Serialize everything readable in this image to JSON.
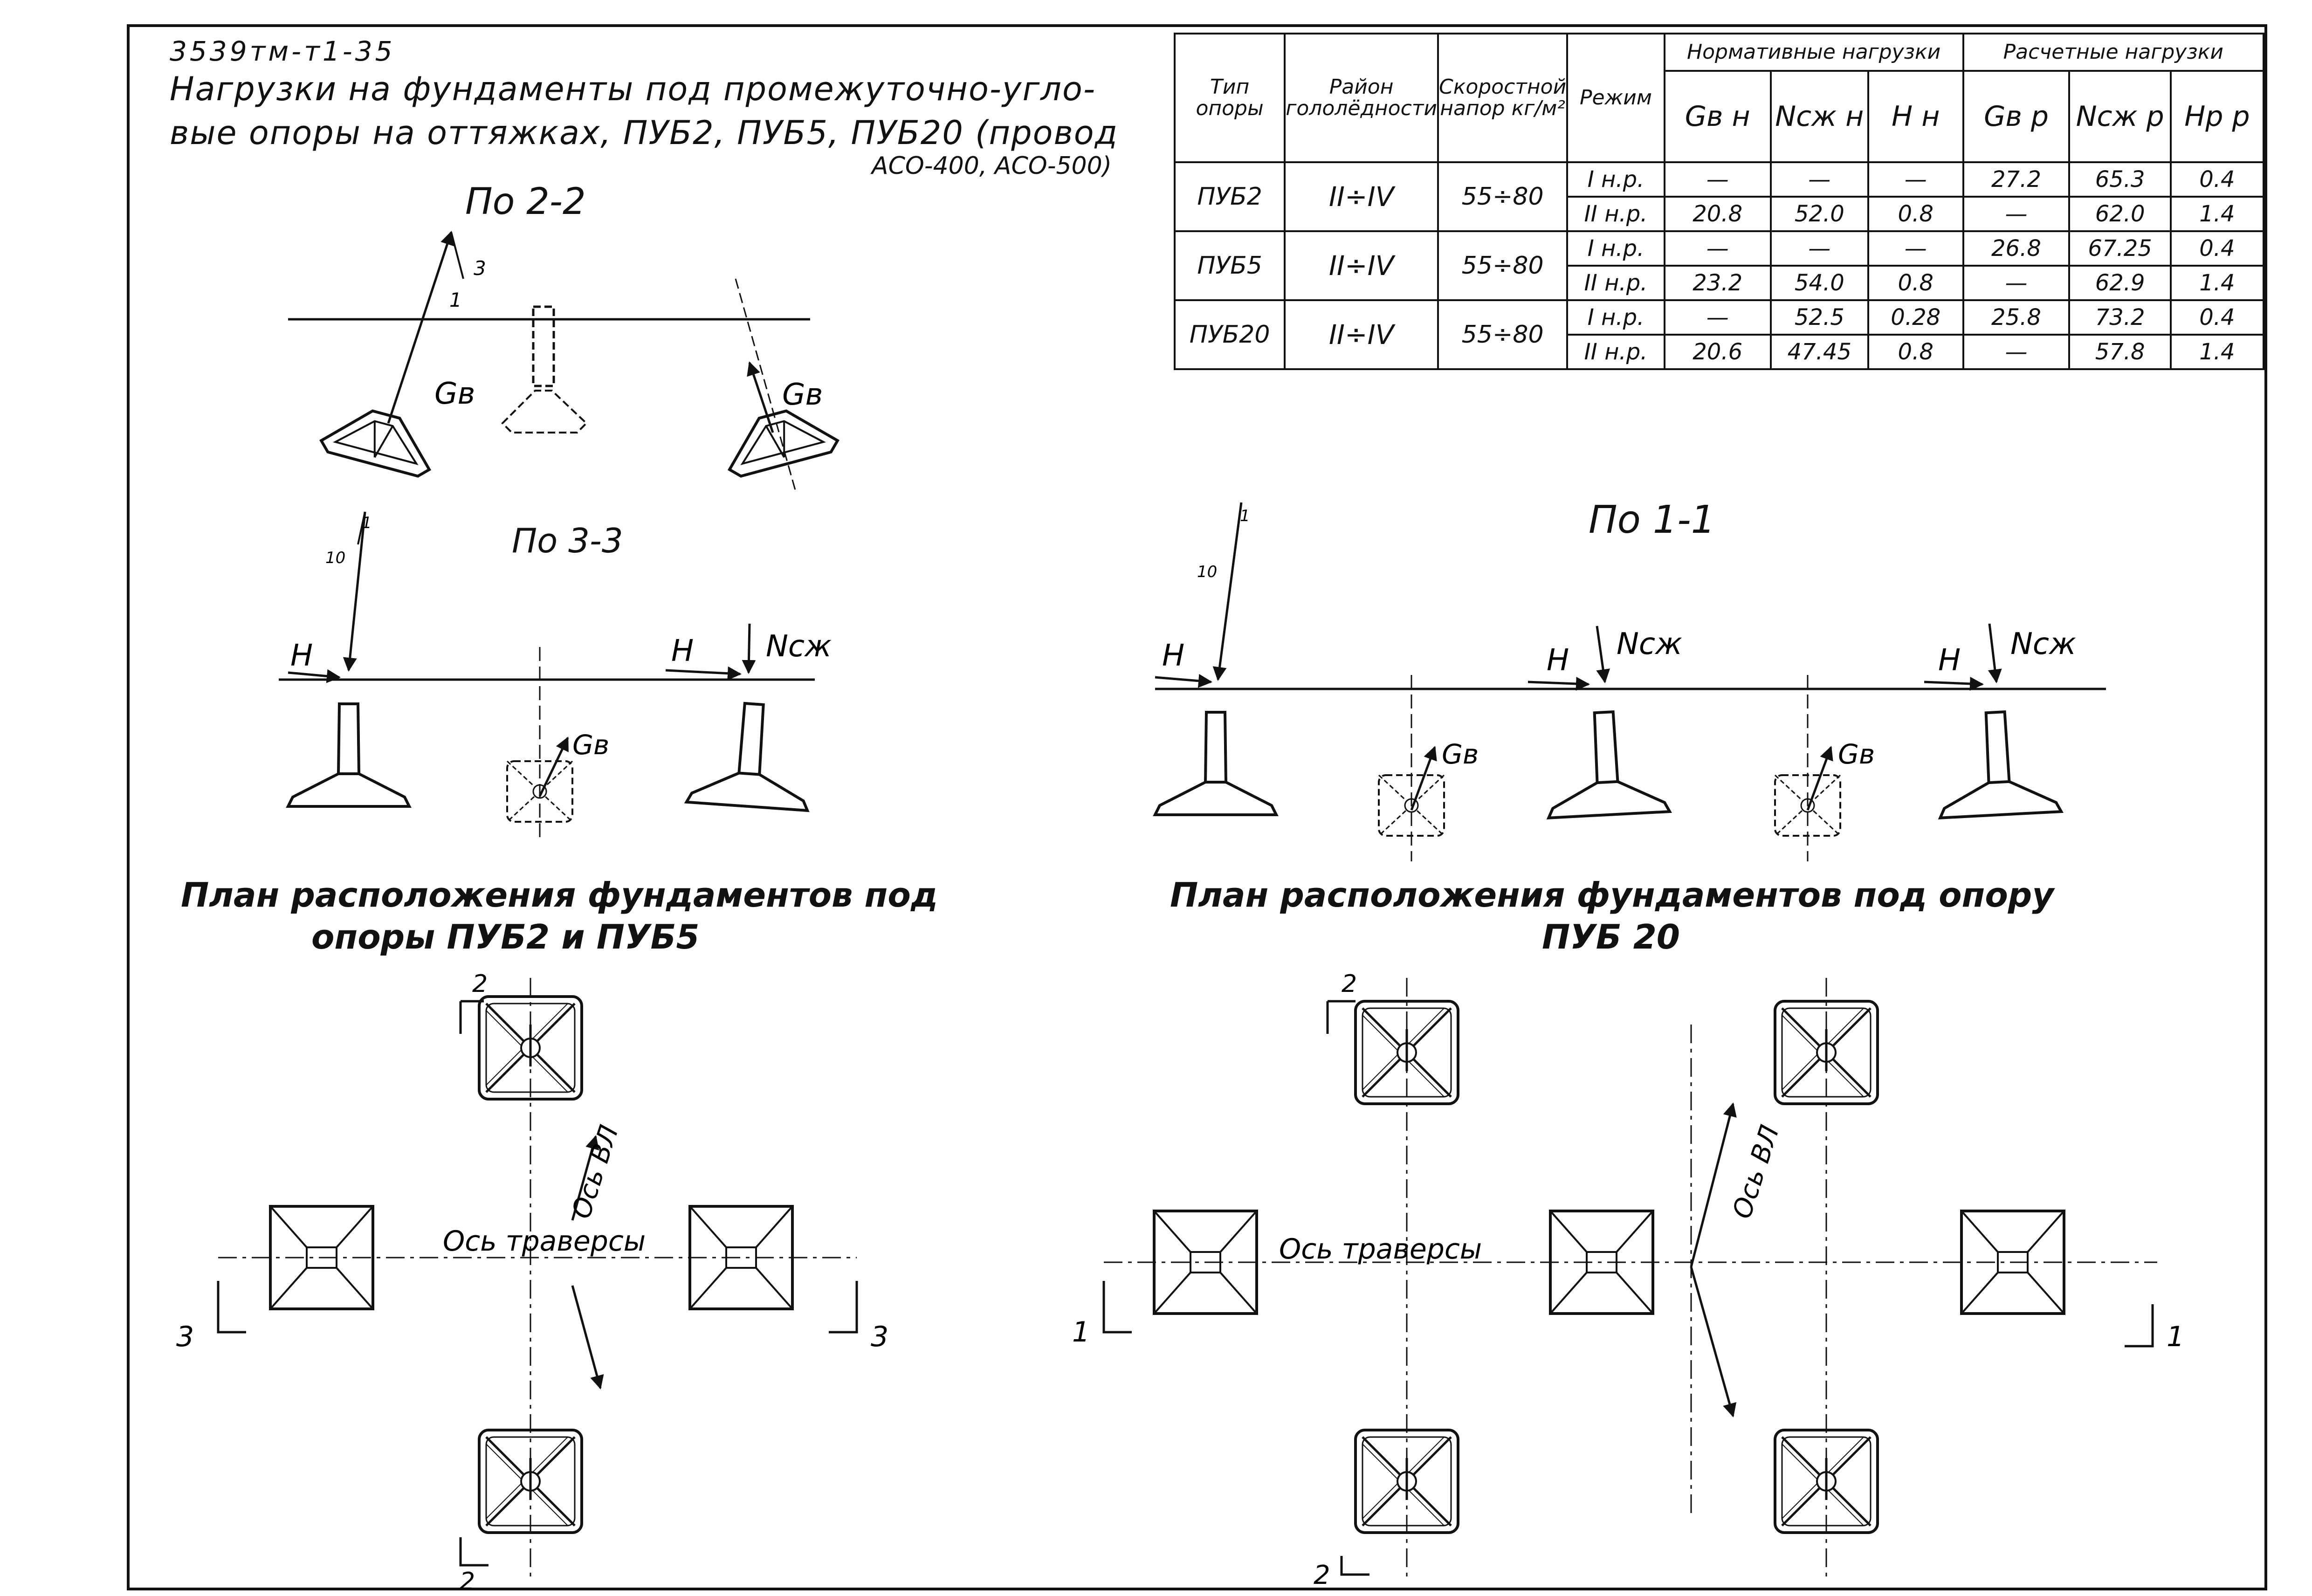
{
  "sheet": {
    "doc_id": "3539тм-т1-35",
    "title_line1": "Нагрузки на фундаменты под промежуточно-угло-",
    "title_line2": "вые опоры на оттяжках, ПУБ2, ПУБ5, ПУБ20 (провод",
    "title_line3": "АСО-400, АСО-500)"
  },
  "table": {
    "headers": {
      "type": "Тип опоры",
      "region": "Район гололёдности",
      "speed": "Скоростной напор кг/м²",
      "mode": "Режим",
      "normative": "Нормативные нагрузки",
      "design": "Расчетные нагрузки",
      "sub": [
        "Gв н",
        "Nсж н",
        "H н",
        "Gв р",
        "Nсж р",
        "Hр р"
      ]
    },
    "rows": [
      {
        "type": "ПУБ2",
        "region": "II÷IV",
        "speed": "55÷80",
        "mode": "I н.р.",
        "values": [
          "—",
          "—",
          "—",
          "27.2",
          "65.3",
          "0.4"
        ]
      },
      {
        "type": "",
        "region": "",
        "speed": "",
        "mode": "II н.р.",
        "values": [
          "20.8",
          "52.0",
          "0.8",
          "—",
          "62.0",
          "1.4"
        ]
      },
      {
        "type": "ПУБ5",
        "region": "II÷IV",
        "speed": "55÷80",
        "mode": "I н.р.",
        "values": [
          "—",
          "—",
          "—",
          "26.8",
          "67.25",
          "0.4"
        ]
      },
      {
        "type": "",
        "region": "",
        "speed": "",
        "mode": "II н.р.",
        "values": [
          "23.2",
          "54.0",
          "0.8",
          "—",
          "62.9",
          "1.4"
        ]
      },
      {
        "type": "ПУБ20",
        "region": "II÷IV",
        "speed": "55÷80",
        "mode": "I н.р.",
        "values": [
          "—",
          "52.5",
          "0.28",
          "25.8",
          "73.2",
          "0.4"
        ]
      },
      {
        "type": "",
        "region": "",
        "speed": "",
        "mode": "II н.р.",
        "values": [
          "20.6",
          "47.45",
          "0.8",
          "—",
          "57.8",
          "1.4"
        ]
      }
    ]
  },
  "sections": {
    "s22": "По 2-2",
    "s33": "По 3-3",
    "s11": "По 1-1",
    "plan_left_line1": "План расположения фундаментов под",
    "plan_left_line2": "опоры ПУБ2 и ПУБ5",
    "plan_right_line1": "План расположения фундаментов под опору",
    "plan_right_line2": "ПУБ 20"
  },
  "labels": {
    "gb": "Gв",
    "h": "H",
    "ncz": "Nсж",
    "axis_traverse": "Ось траверсы",
    "axis_vl": "Ось ВЛ",
    "slope_3": "3",
    "slope_1": "1",
    "slope_10": "10",
    "cut_2": "2",
    "cut_3": "3",
    "cut_1": "1"
  }
}
